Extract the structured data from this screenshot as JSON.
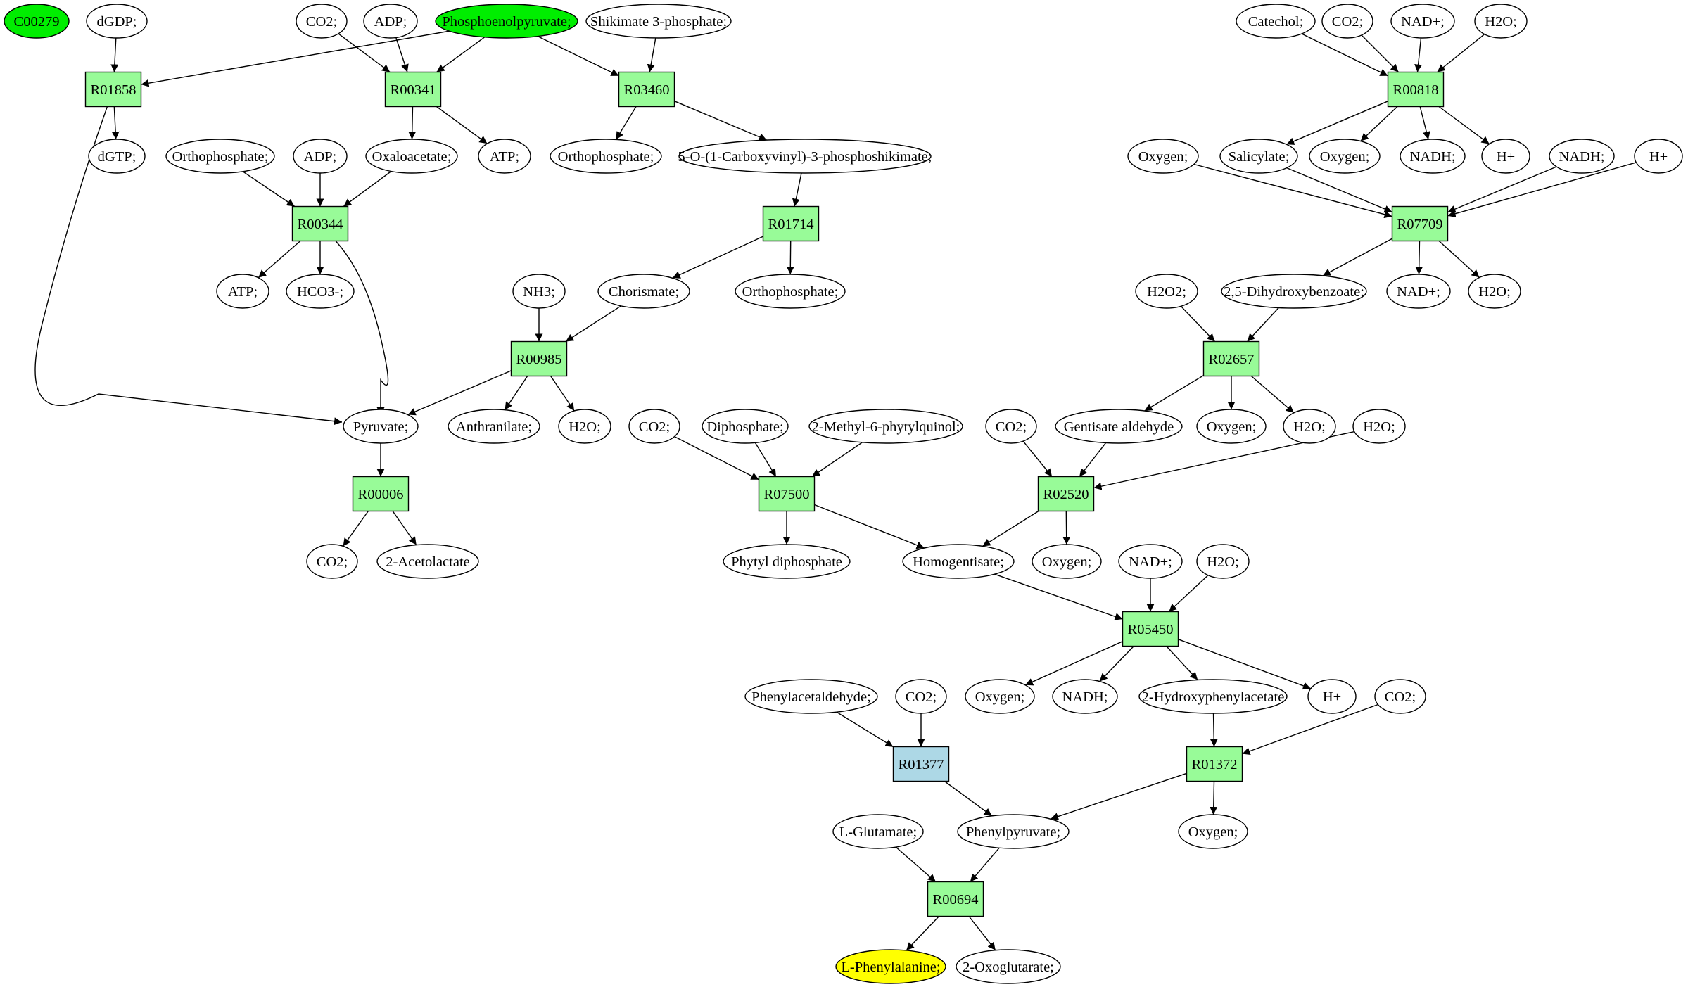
{
  "colors": {
    "compound": "#ffffff",
    "reaction": "#98fb98",
    "reaction_highlight": "#add8e6",
    "source": "#00ee00",
    "target": "#ffff00",
    "stroke": "#000000"
  },
  "nodes": [
    {
      "id": "c_C00279",
      "label": "C00279",
      "kind": "compound",
      "role": "source"
    },
    {
      "id": "c_dGDP",
      "label": "dGDP;",
      "kind": "compound"
    },
    {
      "id": "c_CO2_a",
      "label": "CO2;",
      "kind": "compound"
    },
    {
      "id": "c_ADP_a",
      "label": "ADP;",
      "kind": "compound"
    },
    {
      "id": "c_PEP",
      "label": "Phosphoenolpyruvate;",
      "kind": "compound",
      "role": "source"
    },
    {
      "id": "c_shikimate3p",
      "label": "Shikimate 3-phosphate;",
      "kind": "compound"
    },
    {
      "id": "c_catechol",
      "label": "Catechol;",
      "kind": "compound"
    },
    {
      "id": "c_CO2_b",
      "label": "CO2;",
      "kind": "compound"
    },
    {
      "id": "c_NADp_a",
      "label": "NAD+;",
      "kind": "compound"
    },
    {
      "id": "c_H2O_a",
      "label": "H2O;",
      "kind": "compound"
    },
    {
      "id": "r_R01858",
      "label": "R01858",
      "kind": "reaction"
    },
    {
      "id": "r_R00341",
      "label": "R00341",
      "kind": "reaction"
    },
    {
      "id": "r_R03460",
      "label": "R03460",
      "kind": "reaction"
    },
    {
      "id": "r_R00818",
      "label": "R00818",
      "kind": "reaction"
    },
    {
      "id": "c_dGTP",
      "label": "dGTP;",
      "kind": "compound"
    },
    {
      "id": "c_orthophosphate_a",
      "label": "Orthophosphate;",
      "kind": "compound"
    },
    {
      "id": "c_ADP_b",
      "label": "ADP;",
      "kind": "compound"
    },
    {
      "id": "c_oxaloacetate",
      "label": "Oxaloacetate;",
      "kind": "compound"
    },
    {
      "id": "c_ATP_a",
      "label": "ATP;",
      "kind": "compound"
    },
    {
      "id": "c_orthophosphate_b",
      "label": "Orthophosphate;",
      "kind": "compound"
    },
    {
      "id": "c_5o_carboxyvinyl",
      "label": "5-O-(1-Carboxyvinyl)-3-phosphoshikimate;",
      "kind": "compound"
    },
    {
      "id": "c_oxygen_a",
      "label": "Oxygen;",
      "kind": "compound"
    },
    {
      "id": "c_salicylate",
      "label": "Salicylate;",
      "kind": "compound"
    },
    {
      "id": "c_oxygen_b",
      "label": "Oxygen;",
      "kind": "compound"
    },
    {
      "id": "c_NADH_a",
      "label": "NADH;",
      "kind": "compound"
    },
    {
      "id": "c_Hp_a",
      "label": "H+",
      "kind": "compound"
    },
    {
      "id": "c_NADH_b",
      "label": "NADH;",
      "kind": "compound"
    },
    {
      "id": "c_Hp_b",
      "label": "H+",
      "kind": "compound"
    },
    {
      "id": "r_R00344",
      "label": "R00344",
      "kind": "reaction"
    },
    {
      "id": "r_R01714",
      "label": "R01714",
      "kind": "reaction"
    },
    {
      "id": "r_R07709",
      "label": "R07709",
      "kind": "reaction"
    },
    {
      "id": "c_ATP_b",
      "label": "ATP;",
      "kind": "compound"
    },
    {
      "id": "c_HCO3",
      "label": "HCO3-;",
      "kind": "compound"
    },
    {
      "id": "c_NH3",
      "label": "NH3;",
      "kind": "compound"
    },
    {
      "id": "c_chorismate",
      "label": "Chorismate;",
      "kind": "compound"
    },
    {
      "id": "c_orthophosphate_c",
      "label": "Orthophosphate;",
      "kind": "compound"
    },
    {
      "id": "c_H2O2",
      "label": "H2O2;",
      "kind": "compound"
    },
    {
      "id": "c_25dhb",
      "label": "2,5-Dihydroxybenzoate;",
      "kind": "compound"
    },
    {
      "id": "c_NADp_b",
      "label": "NAD+;",
      "kind": "compound"
    },
    {
      "id": "c_H2O_b",
      "label": "H2O;",
      "kind": "compound"
    },
    {
      "id": "r_R00985",
      "label": "R00985",
      "kind": "reaction"
    },
    {
      "id": "r_R02657",
      "label": "R02657",
      "kind": "reaction"
    },
    {
      "id": "c_pyruvate",
      "label": "Pyruvate;",
      "kind": "compound"
    },
    {
      "id": "c_anthranilate",
      "label": "Anthranilate;",
      "kind": "compound"
    },
    {
      "id": "c_H2O_c",
      "label": "H2O;",
      "kind": "compound"
    },
    {
      "id": "c_CO2_c",
      "label": "CO2;",
      "kind": "compound"
    },
    {
      "id": "c_diphosphate",
      "label": "Diphosphate;",
      "kind": "compound"
    },
    {
      "id": "c_2m6pq",
      "label": "2-Methyl-6-phytylquinol;",
      "kind": "compound"
    },
    {
      "id": "c_CO2_d",
      "label": "CO2;",
      "kind": "compound"
    },
    {
      "id": "c_gentisate_ald",
      "label": "Gentisate aldehyde",
      "kind": "compound"
    },
    {
      "id": "c_oxygen_c",
      "label": "Oxygen;",
      "kind": "compound"
    },
    {
      "id": "c_H2O_d",
      "label": "H2O;",
      "kind": "compound"
    },
    {
      "id": "c_H2O_e",
      "label": "H2O;",
      "kind": "compound"
    },
    {
      "id": "r_R00006",
      "label": "R00006",
      "kind": "reaction"
    },
    {
      "id": "r_R07500",
      "label": "R07500",
      "kind": "reaction"
    },
    {
      "id": "r_R02520",
      "label": "R02520",
      "kind": "reaction"
    },
    {
      "id": "c_CO2_e",
      "label": "CO2;",
      "kind": "compound"
    },
    {
      "id": "c_2acetolactate",
      "label": "2-Acetolactate",
      "kind": "compound"
    },
    {
      "id": "c_phytyl_pp",
      "label": "Phytyl diphosphate",
      "kind": "compound"
    },
    {
      "id": "c_homogentisate",
      "label": "Homogentisate;",
      "kind": "compound"
    },
    {
      "id": "c_oxygen_d",
      "label": "Oxygen;",
      "kind": "compound"
    },
    {
      "id": "c_NADp_c",
      "label": "NAD+;",
      "kind": "compound"
    },
    {
      "id": "c_H2O_f",
      "label": "H2O;",
      "kind": "compound"
    },
    {
      "id": "r_R05450",
      "label": "R05450",
      "kind": "reaction"
    },
    {
      "id": "c_phenylacetaldehyde",
      "label": "Phenylacetaldehyde;",
      "kind": "compound"
    },
    {
      "id": "c_CO2_f",
      "label": "CO2;",
      "kind": "compound"
    },
    {
      "id": "c_oxygen_e",
      "label": "Oxygen;",
      "kind": "compound"
    },
    {
      "id": "c_NADH_c",
      "label": "NADH;",
      "kind": "compound"
    },
    {
      "id": "c_2hpa",
      "label": "2-Hydroxyphenylacetate",
      "kind": "compound"
    },
    {
      "id": "c_Hp_c",
      "label": "H+",
      "kind": "compound"
    },
    {
      "id": "c_CO2_g",
      "label": "CO2;",
      "kind": "compound"
    },
    {
      "id": "r_R01377",
      "label": "R01377",
      "kind": "reaction",
      "role": "highlight"
    },
    {
      "id": "r_R01372",
      "label": "R01372",
      "kind": "reaction"
    },
    {
      "id": "c_lglutamate",
      "label": "L-Glutamate;",
      "kind": "compound"
    },
    {
      "id": "c_phenylpyruvate",
      "label": "Phenylpyruvate;",
      "kind": "compound"
    },
    {
      "id": "c_oxygen_f",
      "label": "Oxygen;",
      "kind": "compound"
    },
    {
      "id": "r_R00694",
      "label": "R00694",
      "kind": "reaction"
    },
    {
      "id": "c_lphe",
      "label": "L-Phenylalanine;",
      "kind": "compound",
      "role": "target"
    },
    {
      "id": "c_2oxoglutarate",
      "label": "2-Oxoglutarate;",
      "kind": "compound"
    }
  ],
  "edges": [
    [
      "c_dGDP",
      "r_R01858"
    ],
    [
      "c_PEP",
      "r_R01858"
    ],
    [
      "r_R01858",
      "c_dGTP"
    ],
    [
      "r_R01858",
      "c_pyruvate"
    ],
    [
      "c_CO2_a",
      "r_R00341"
    ],
    [
      "c_ADP_a",
      "r_R00341"
    ],
    [
      "c_PEP",
      "r_R00341"
    ],
    [
      "r_R00341",
      "c_oxaloacetate"
    ],
    [
      "r_R00341",
      "c_ATP_a"
    ],
    [
      "c_PEP",
      "r_R03460"
    ],
    [
      "c_shikimate3p",
      "r_R03460"
    ],
    [
      "r_R03460",
      "c_orthophosphate_b"
    ],
    [
      "r_R03460",
      "c_5o_carboxyvinyl"
    ],
    [
      "c_catechol",
      "r_R00818"
    ],
    [
      "c_CO2_b",
      "r_R00818"
    ],
    [
      "c_NADp_a",
      "r_R00818"
    ],
    [
      "c_H2O_a",
      "r_R00818"
    ],
    [
      "r_R00818",
      "c_salicylate"
    ],
    [
      "r_R00818",
      "c_oxygen_b"
    ],
    [
      "r_R00818",
      "c_NADH_a"
    ],
    [
      "r_R00818",
      "c_Hp_a"
    ],
    [
      "c_orthophosphate_a",
      "r_R00344"
    ],
    [
      "c_ADP_b",
      "r_R00344"
    ],
    [
      "c_oxaloacetate",
      "r_R00344"
    ],
    [
      "r_R00344",
      "c_ATP_b"
    ],
    [
      "r_R00344",
      "c_HCO3"
    ],
    [
      "r_R00344",
      "c_pyruvate"
    ],
    [
      "c_5o_carboxyvinyl",
      "r_R01714"
    ],
    [
      "r_R01714",
      "c_chorismate"
    ],
    [
      "r_R01714",
      "c_orthophosphate_c"
    ],
    [
      "c_oxygen_a",
      "r_R07709"
    ],
    [
      "c_salicylate",
      "r_R07709"
    ],
    [
      "c_NADH_b",
      "r_R07709"
    ],
    [
      "c_Hp_b",
      "r_R07709"
    ],
    [
      "r_R07709",
      "c_25dhb"
    ],
    [
      "r_R07709",
      "c_NADp_b"
    ],
    [
      "r_R07709",
      "c_H2O_b"
    ],
    [
      "c_NH3",
      "r_R00985"
    ],
    [
      "c_chorismate",
      "r_R00985"
    ],
    [
      "r_R00985",
      "c_pyruvate"
    ],
    [
      "r_R00985",
      "c_anthranilate"
    ],
    [
      "r_R00985",
      "c_H2O_c"
    ],
    [
      "c_H2O2",
      "r_R02657"
    ],
    [
      "c_25dhb",
      "r_R02657"
    ],
    [
      "r_R02657",
      "c_gentisate_ald"
    ],
    [
      "r_R02657",
      "c_oxygen_c"
    ],
    [
      "r_R02657",
      "c_H2O_d"
    ],
    [
      "c_pyruvate",
      "r_R00006"
    ],
    [
      "r_R00006",
      "c_CO2_e"
    ],
    [
      "r_R00006",
      "c_2acetolactate"
    ],
    [
      "c_CO2_c",
      "r_R07500"
    ],
    [
      "c_diphosphate",
      "r_R07500"
    ],
    [
      "c_2m6pq",
      "r_R07500"
    ],
    [
      "r_R07500",
      "c_phytyl_pp"
    ],
    [
      "r_R07500",
      "c_homogentisate"
    ],
    [
      "c_CO2_d",
      "r_R02520"
    ],
    [
      "c_gentisate_ald",
      "r_R02520"
    ],
    [
      "c_H2O_e",
      "r_R02520"
    ],
    [
      "r_R02520",
      "c_homogentisate"
    ],
    [
      "r_R02520",
      "c_oxygen_d"
    ],
    [
      "c_homogentisate",
      "r_R05450"
    ],
    [
      "c_NADp_c",
      "r_R05450"
    ],
    [
      "c_H2O_f",
      "r_R05450"
    ],
    [
      "r_R05450",
      "c_oxygen_e"
    ],
    [
      "r_R05450",
      "c_NADH_c"
    ],
    [
      "r_R05450",
      "c_2hpa"
    ],
    [
      "r_R05450",
      "c_Hp_c"
    ],
    [
      "c_phenylacetaldehyde",
      "r_R01377"
    ],
    [
      "c_CO2_f",
      "r_R01377"
    ],
    [
      "r_R01377",
      "c_phenylpyruvate"
    ],
    [
      "c_2hpa",
      "r_R01372"
    ],
    [
      "c_CO2_g",
      "r_R01372"
    ],
    [
      "r_R01372",
      "c_phenylpyruvate"
    ],
    [
      "r_R01372",
      "c_oxygen_f"
    ],
    [
      "c_lglutamate",
      "r_R00694"
    ],
    [
      "c_phenylpyruvate",
      "r_R00694"
    ],
    [
      "r_R00694",
      "c_lphe"
    ],
    [
      "r_R00694",
      "c_2oxoglutarate"
    ]
  ]
}
